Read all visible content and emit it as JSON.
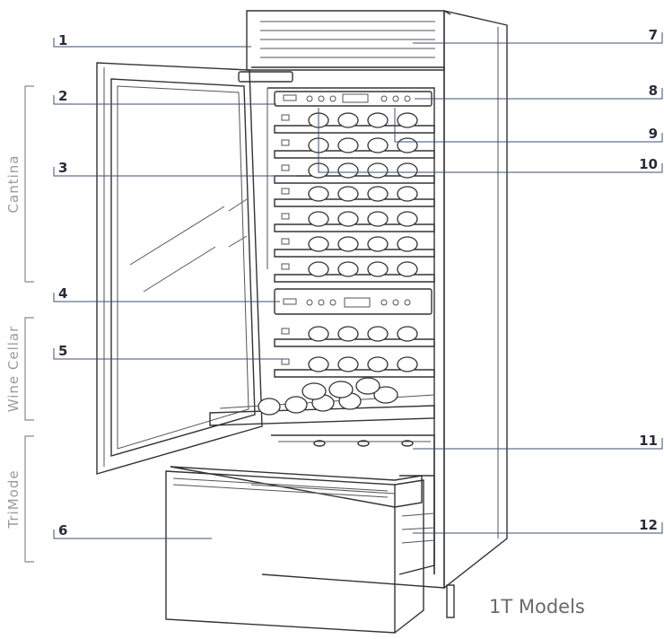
{
  "model_label": "1T Models",
  "sections": [
    {
      "id": "cantina",
      "label": "Cantina"
    },
    {
      "id": "wine-cellar",
      "label": "Wine Cellar"
    },
    {
      "id": "trimode",
      "label": "TriMode"
    }
  ],
  "callouts": {
    "c1": "1",
    "c2": "2",
    "c3": "3",
    "c4": "4",
    "c5": "5",
    "c6": "6",
    "c7": "7",
    "c8": "8",
    "c9": "9",
    "c10": "10",
    "c11": "11",
    "c12": "12"
  }
}
